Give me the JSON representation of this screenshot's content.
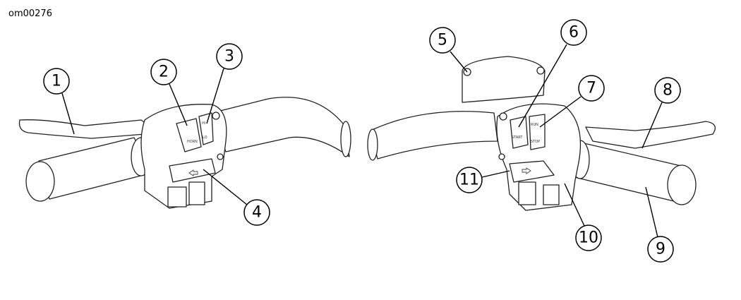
{
  "figure_ref": "om00276",
  "callouts": [
    "1",
    "2",
    "3",
    "4",
    "5",
    "6",
    "7",
    "8",
    "9",
    "10",
    "11"
  ],
  "switch_labels": {
    "horn": "HORN",
    "hi": "HI",
    "lo": "LO",
    "start": "START",
    "run": "RUN",
    "stop": "STOP"
  }
}
